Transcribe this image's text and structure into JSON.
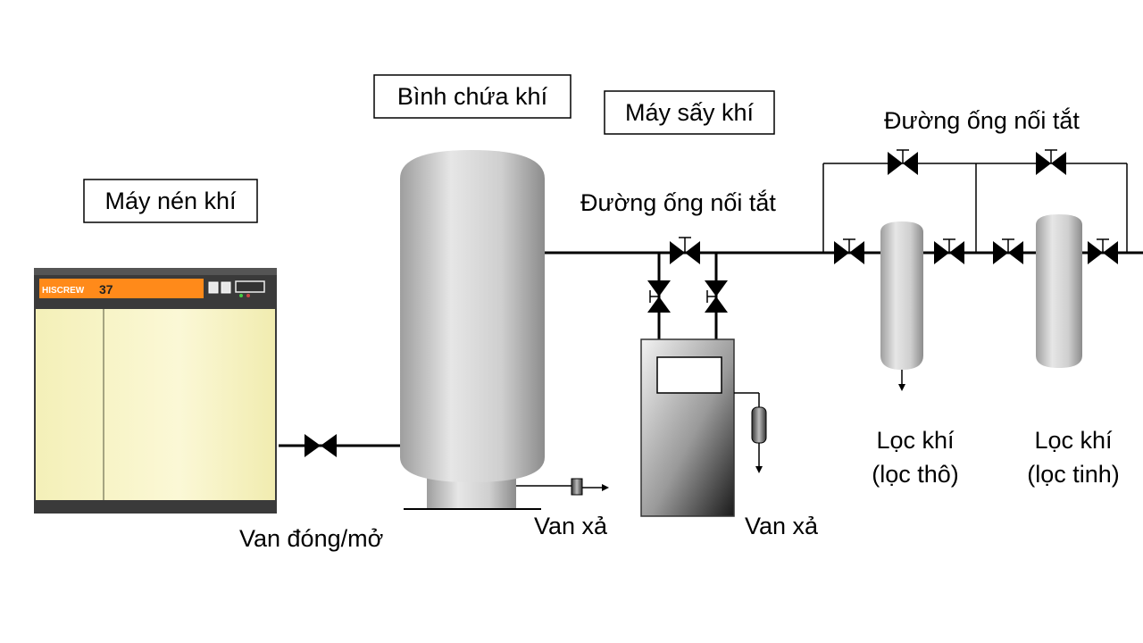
{
  "labels": {
    "compressor": "Máy nén khí",
    "tank": "Bình chứa khí",
    "dryer": "Máy sấy khí",
    "bypass_dryer": "Đường ống nối tắt",
    "bypass_filters": "Đường ống nối tắt",
    "shutoff_valve": "Van đóng/mở",
    "drain_tank": "Van xả",
    "drain_dryer": "Van xả",
    "filter_coarse_l1": "Lọc khí",
    "filter_coarse_l2": "(lọc thô)",
    "filter_fine_l1": "Lọc khí",
    "filter_fine_l2": "(lọc tinh)"
  },
  "compressor_panel": {
    "brand": "HISCREW",
    "model": "37"
  },
  "colors": {
    "compressor_body": "#f7f3c0",
    "compressor_panel": "#ff8a1a",
    "tank_gray": "#c8c8c8",
    "pipe": "#000000"
  }
}
